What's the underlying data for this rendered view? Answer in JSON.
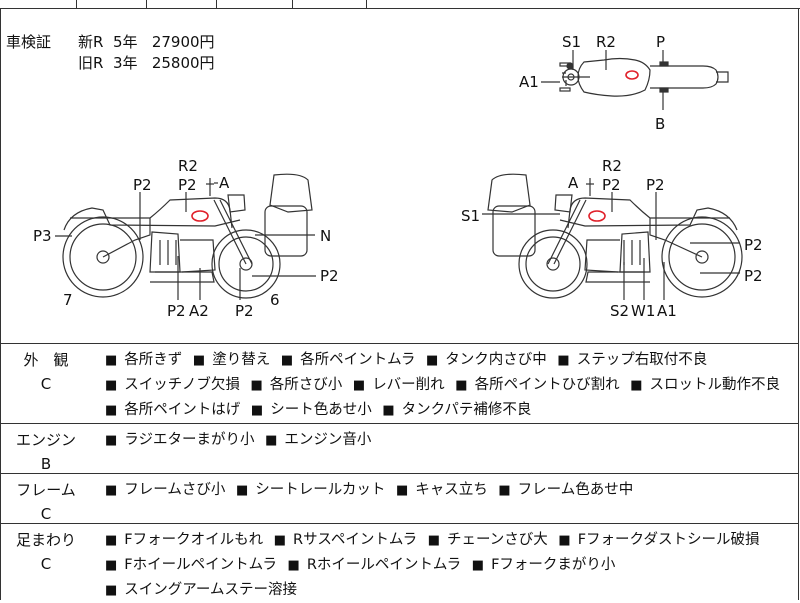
{
  "shaken": {
    "label": "車検証",
    "rows": [
      {
        "type": "新R",
        "years": "5年",
        "price": "27900円"
      },
      {
        "type": "旧R",
        "years": "3年",
        "price": "25800円"
      }
    ]
  },
  "diagram": {
    "top_labels": {
      "s1": "S1",
      "r2": "R2",
      "p": "P",
      "a1": "A1",
      "b": "B"
    },
    "left_labels": {
      "r2": "R2",
      "p2a": "P2",
      "a": "A",
      "p2b": "P2",
      "p3": "P3",
      "n": "N",
      "p2c": "P2",
      "p2d": "P2",
      "a2": "A2",
      "p2e": "P2",
      "num7": "7",
      "num6": "6"
    },
    "right_labels": {
      "r2": "R2",
      "a": "A",
      "p2a": "P2",
      "p2b": "P2",
      "s1": "S1",
      "p2c": "P2",
      "p2d": "P2",
      "s2": "S2",
      "w1": "W1",
      "a1": "A1"
    }
  },
  "conditions": [
    {
      "category": "外　観",
      "grade": "C",
      "items": [
        "各所きず",
        "塗り替え",
        "各所ペイントムラ",
        "タンク内さび中",
        "ステップ右取付不良",
        "スイッチノブ欠損",
        "各所さび小",
        "レバー削れ",
        "各所ペイントひび割れ",
        "スロットル動作不良",
        "各所ペイントはげ",
        "シート色あせ小",
        "タンクパテ補修不良"
      ]
    },
    {
      "category": "エンジン",
      "grade": "B",
      "items": [
        "ラジエターまがり小",
        "エンジン音小"
      ]
    },
    {
      "category": "フレーム",
      "grade": "C",
      "items": [
        "フレームさび小",
        "シートレールカット",
        "キャス立ち",
        "フレーム色あせ中"
      ]
    },
    {
      "category": "足まわり",
      "grade": "C",
      "items": [
        "Fフォークオイルもれ",
        "Rサスペイントムラ",
        "チェーンさび大",
        "Fフォークダストシール破損",
        "Fホイールペイントムラ",
        "Rホイールペイントムラ",
        "Fフォークまがり小",
        "スイングアームステー溶接"
      ]
    }
  ],
  "colors": {
    "damage_mark": "#e0202a",
    "line": "#333333"
  }
}
